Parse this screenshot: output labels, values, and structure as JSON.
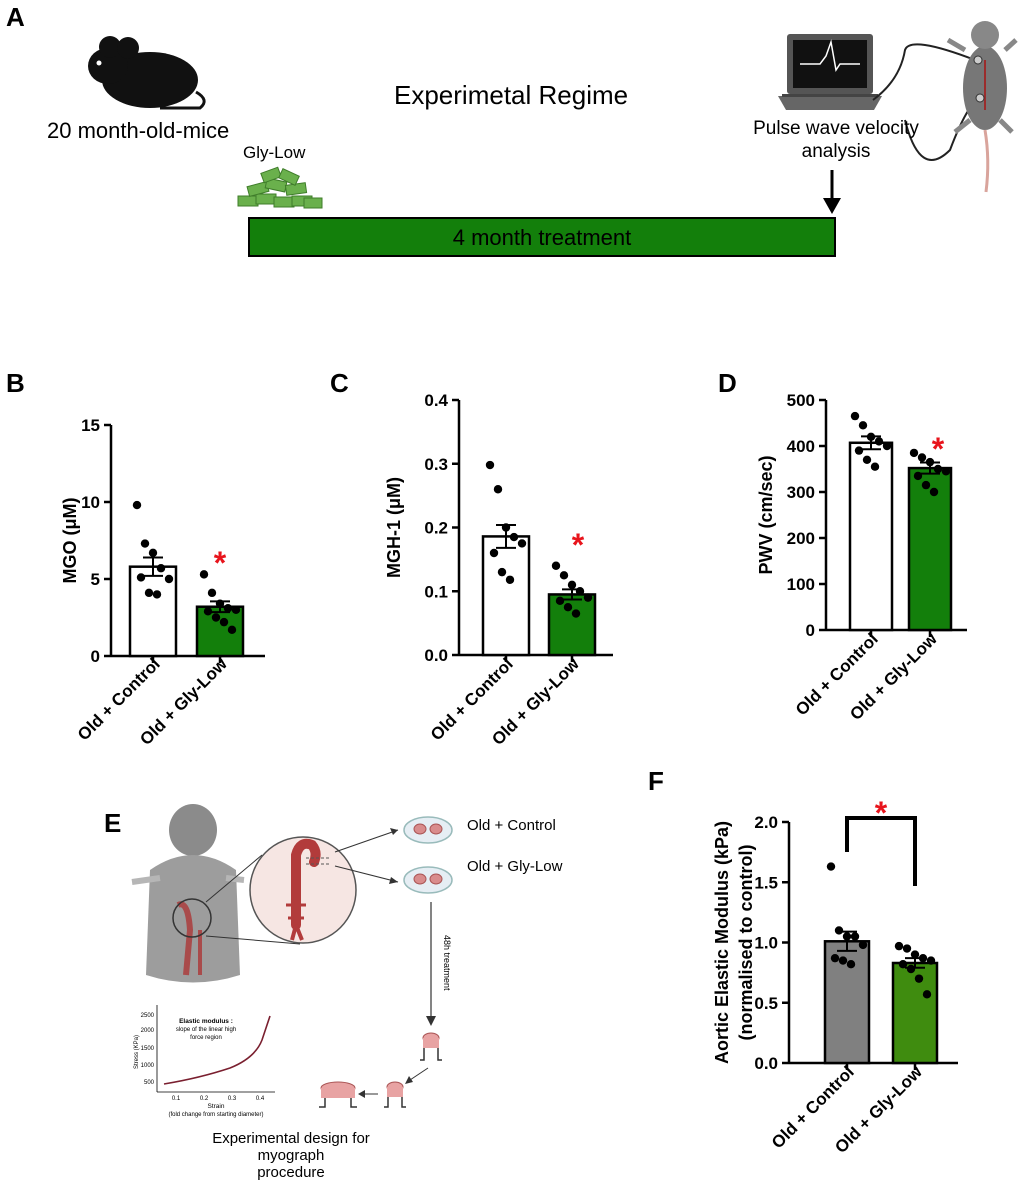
{
  "panel_a": {
    "letter": "A",
    "mice_label": "20 month-old-mice",
    "title": "Experimetal Regime",
    "gly_label": "Gly-Low",
    "treatment_label": "4 month treatment",
    "pwv_label_line1": "Pulse wave velocity",
    "pwv_label_line2": "analysis"
  },
  "panel_e": {
    "letter": "E",
    "dish1_label": "Old + Control",
    "dish2_label": "Old + Gly-Low",
    "treatment_label": "48h treatment",
    "graph_title": "Elastic modulus :",
    "graph_sub1": "slope of the linear high",
    "graph_sub2": "force region",
    "graph_ylabel": "Stress (KPa)",
    "graph_xlabel": "Strain",
    "graph_xsub": "(fold change from starting diameter)",
    "graph_yticks": [
      "2500",
      "2000",
      "1500",
      "1000",
      "500"
    ],
    "graph_xticks": [
      "0.1",
      "0.2",
      "0.3",
      "0.4"
    ],
    "caption_line1": "Experimental design for",
    "caption_line2": "myograph",
    "caption_line3": "procedure"
  },
  "colors": {
    "green": "#137f0b",
    "grey": "#808080",
    "olive_green": "#3f8c0f",
    "red_star": "#e8141c"
  },
  "chart_data": [
    {
      "panel": "B",
      "type": "bar",
      "ylabel": "MGO (μM)",
      "ylim": [
        0,
        15
      ],
      "yticks": [
        "0",
        "5",
        "10",
        "15"
      ],
      "categories": [
        "Old + Control",
        "Old + Gly-Low"
      ],
      "values": [
        5.8,
        3.2
      ],
      "sem": [
        0.6,
        0.35
      ],
      "points": [
        [
          9.8,
          7.3,
          6.7,
          5.7,
          5.0,
          5.1,
          4.1,
          4.0
        ],
        [
          5.3,
          4.1,
          3.4,
          3.1,
          3.0,
          2.9,
          2.5,
          2.2,
          1.7
        ]
      ],
      "significance": "*"
    },
    {
      "panel": "C",
      "type": "bar",
      "ylabel": "MGH-1 (μM)",
      "ylim": [
        0,
        0.4
      ],
      "yticks": [
        "0.0",
        "0.1",
        "0.2",
        "0.3",
        "0.4"
      ],
      "categories": [
        "Old + Control",
        "Old + Gly-Low"
      ],
      "values": [
        0.186,
        0.095
      ],
      "sem": [
        0.018,
        0.008
      ],
      "points": [
        [
          0.298,
          0.26,
          0.2,
          0.185,
          0.175,
          0.16,
          0.13,
          0.118
        ],
        [
          0.14,
          0.125,
          0.11,
          0.1,
          0.09,
          0.085,
          0.075,
          0.065
        ]
      ],
      "significance": "*"
    },
    {
      "panel": "D",
      "type": "bar",
      "ylabel": "PWV (cm/sec)",
      "ylim": [
        0,
        500
      ],
      "yticks": [
        "0",
        "100",
        "200",
        "300",
        "400",
        "500"
      ],
      "categories": [
        "Old + Control",
        "Old + Gly-Low"
      ],
      "values": [
        407,
        352
      ],
      "sem": [
        14,
        12
      ],
      "points": [
        [
          465,
          445,
          420,
          410,
          400,
          390,
          370,
          355
        ],
        [
          385,
          375,
          365,
          350,
          345,
          335,
          315,
          300
        ]
      ],
      "significance": "*"
    },
    {
      "panel": "F",
      "type": "bar",
      "ylabel": "Aortic Elastic Modulus (kPa)",
      "ylabel2": "(normalised to control)",
      "ylim": [
        0,
        2.0
      ],
      "yticks": [
        "0.0",
        "0.5",
        "1.0",
        "1.5",
        "2.0"
      ],
      "categories": [
        "Old + Control",
        "Old + Gly-Low"
      ],
      "values": [
        1.01,
        0.83
      ],
      "sem": [
        0.08,
        0.04
      ],
      "points": [
        [
          1.63,
          1.1,
          1.05,
          1.05,
          0.98,
          0.87,
          0.85,
          0.82
        ],
        [
          0.97,
          0.95,
          0.9,
          0.87,
          0.85,
          0.82,
          0.78,
          0.7,
          0.57
        ]
      ],
      "significance": "*"
    }
  ]
}
